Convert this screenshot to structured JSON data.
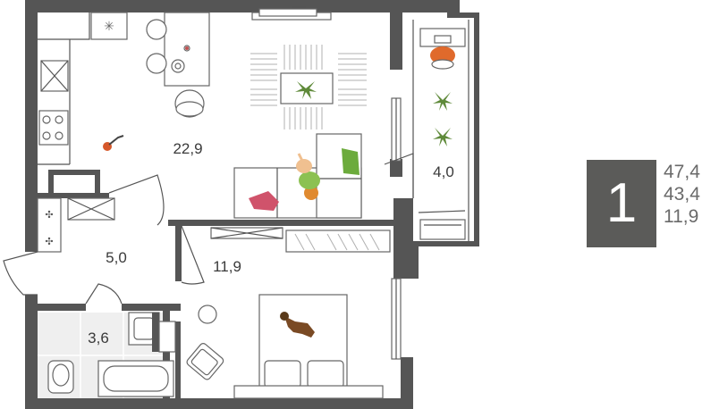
{
  "rooms": [
    {
      "id": "living-kitchen",
      "area": "22,9"
    },
    {
      "id": "loggia",
      "area": "4,0"
    },
    {
      "id": "hall",
      "area": "5,0"
    },
    {
      "id": "bedroom",
      "area": "11,9"
    },
    {
      "id": "bathroom",
      "area": "3,6"
    }
  ],
  "summary": {
    "room_count": "1",
    "total_area": "47,4",
    "living_area": "43,4",
    "kitchen_area": "11,9"
  },
  "colors": {
    "walls": "#555555",
    "badge": "#5b5b59",
    "plant": "#5f8a3a",
    "cushion_green": "#6cab3c",
    "cushion_red": "#d0536b",
    "chair_orange": "#e06a2c",
    "dog": "#7a4a24"
  }
}
